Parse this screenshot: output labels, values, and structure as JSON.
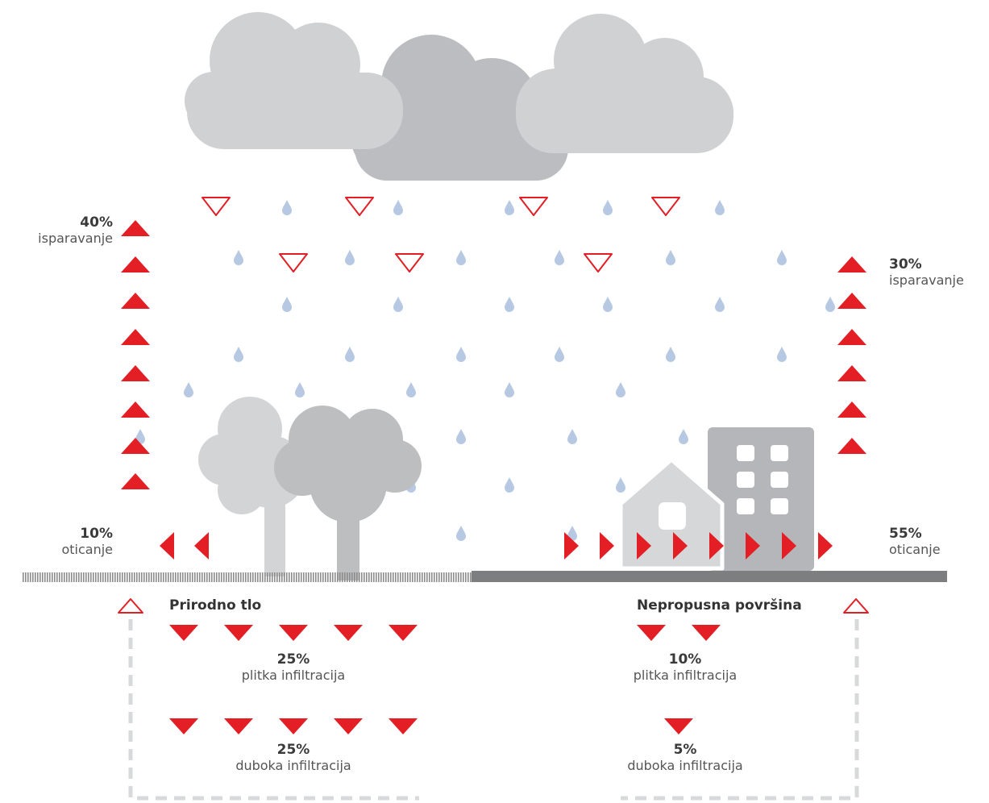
{
  "left": {
    "evaporation": {
      "percent": "40%",
      "label": "isparavanje"
    },
    "runoff": {
      "percent": "10%",
      "label": "oticanje"
    },
    "surface_title": "Prirodno tlo",
    "shallow": {
      "percent": "25%",
      "label": "plitka infiltracija"
    },
    "deep": {
      "percent": "25%",
      "label": "duboka infiltracija"
    }
  },
  "right": {
    "evaporation": {
      "percent": "30%",
      "label": "isparavanje"
    },
    "runoff": {
      "percent": "55%",
      "label": "oticanje"
    },
    "surface_title": "Nepropusna površina",
    "shallow": {
      "percent": "10%",
      "label": "plitka infiltracija"
    },
    "deep": {
      "percent": "5%",
      "label": "duboka infiltracija"
    }
  },
  "colors": {
    "arrow": "#e31e24",
    "raindrop": "#b7c9e2",
    "cloud_light": "#d0d1d3",
    "cloud_dark": "#bcbdc0",
    "tree_light": "#d3d4d6",
    "tree_dark": "#bdbec0",
    "building": "#b5b6b9",
    "ground_paved": "#7d7e80",
    "ground_natural": "#8c8c8c",
    "dashed_line": "#d8d9db"
  }
}
